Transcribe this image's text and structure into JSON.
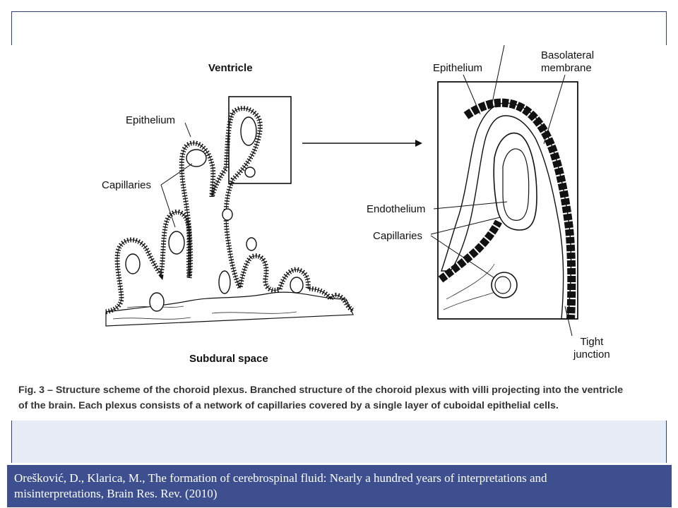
{
  "figure": {
    "labels": {
      "ventricle": "Ventricle",
      "epithelium_left": "Epithelium",
      "capillaries_left": "Capillaries",
      "subdural_space": "Subdural space",
      "epithelium_right": "Epithelium",
      "basolateral_line1": "Basolateral",
      "basolateral_line2": "membrane",
      "endothelium": "Endothelium",
      "capillaries_right": "Capillaries",
      "tight_line1": "Tight",
      "tight_line2": "junction"
    },
    "caption_line1": "Fig. 3 – Structure scheme of the choroid plexus. Branched structure of the choroid plexus with villi projecting into the ventricle",
    "caption_line2": "of the brain. Each plexus consists of a network of capillaries covered by a single layer of cuboidal epithelial cells."
  },
  "citation": {
    "line1": "Orešković, D., Klarica, M., The formation of cerebrospinal fluid: Nearly a hundred years of  interpretations and",
    "line2": "misinterpretations, Brain Res. Rev. (2010)"
  },
  "colors": {
    "frame": "#2f3e6e",
    "citation_bg": "#3d4f8f",
    "band": "#e8ecf7"
  }
}
